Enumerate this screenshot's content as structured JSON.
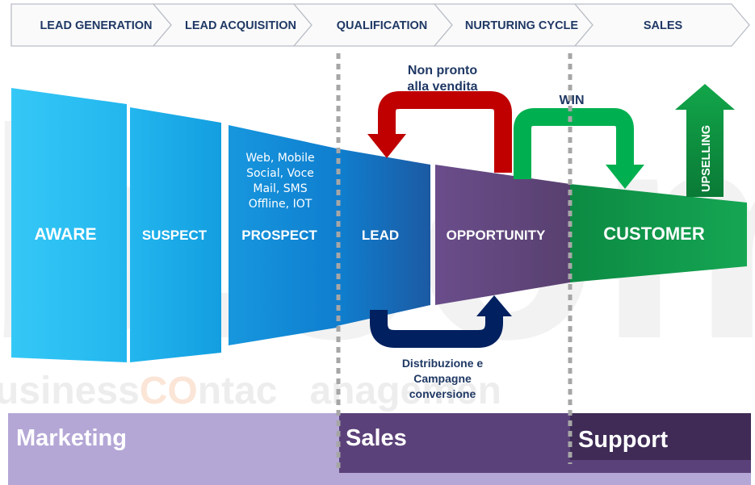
{
  "phases": [
    {
      "id": "lead-generation",
      "label": "LEAD GENERATION"
    },
    {
      "id": "lead-acquisition",
      "label": "LEAD ACQUISITION"
    },
    {
      "id": "qualification",
      "label": "QUALIFICATION"
    },
    {
      "id": "nurturing-cycle",
      "label": "NURTURING CYCLE"
    },
    {
      "id": "sales",
      "label": "SALES"
    }
  ],
  "stages": {
    "aware": "AWARE",
    "suspect": "SUSPECT",
    "prospect": "PROSPECT",
    "lead": "LEAD",
    "opportunity": "OPPORTUNITY",
    "customer": "CUSTOMER"
  },
  "channels": [
    "Web, Mobile",
    "Social, Voce",
    "Mail, SMS",
    "Offline, IOT"
  ],
  "loops": {
    "not_ready": [
      "Non pronto",
      "alla vendita"
    ],
    "win": "WIN",
    "upselling": "UPSELLING",
    "distribution": [
      "Distribuzione e",
      "Campagne",
      "conversione"
    ]
  },
  "departments": {
    "marketing": "Marketing",
    "sales": "Sales",
    "support": "Support"
  },
  "watermark": {
    "logo": "b.com",
    "text_a": "usiness",
    "text_b": "CO",
    "text_c": "ntac",
    "text_d": "anagemen"
  },
  "colors": {
    "chevron_border": "#b9bec6",
    "label_navy": "#1f3864",
    "red_arrow": "#c00000",
    "green_arrow": "#00b050",
    "navy_arrow": "#002060",
    "upsell_arrow": "#00a03c",
    "marketing_band": "#b4a7d6",
    "sales_band": "#5b4179",
    "support_band": "#3f2b56"
  }
}
